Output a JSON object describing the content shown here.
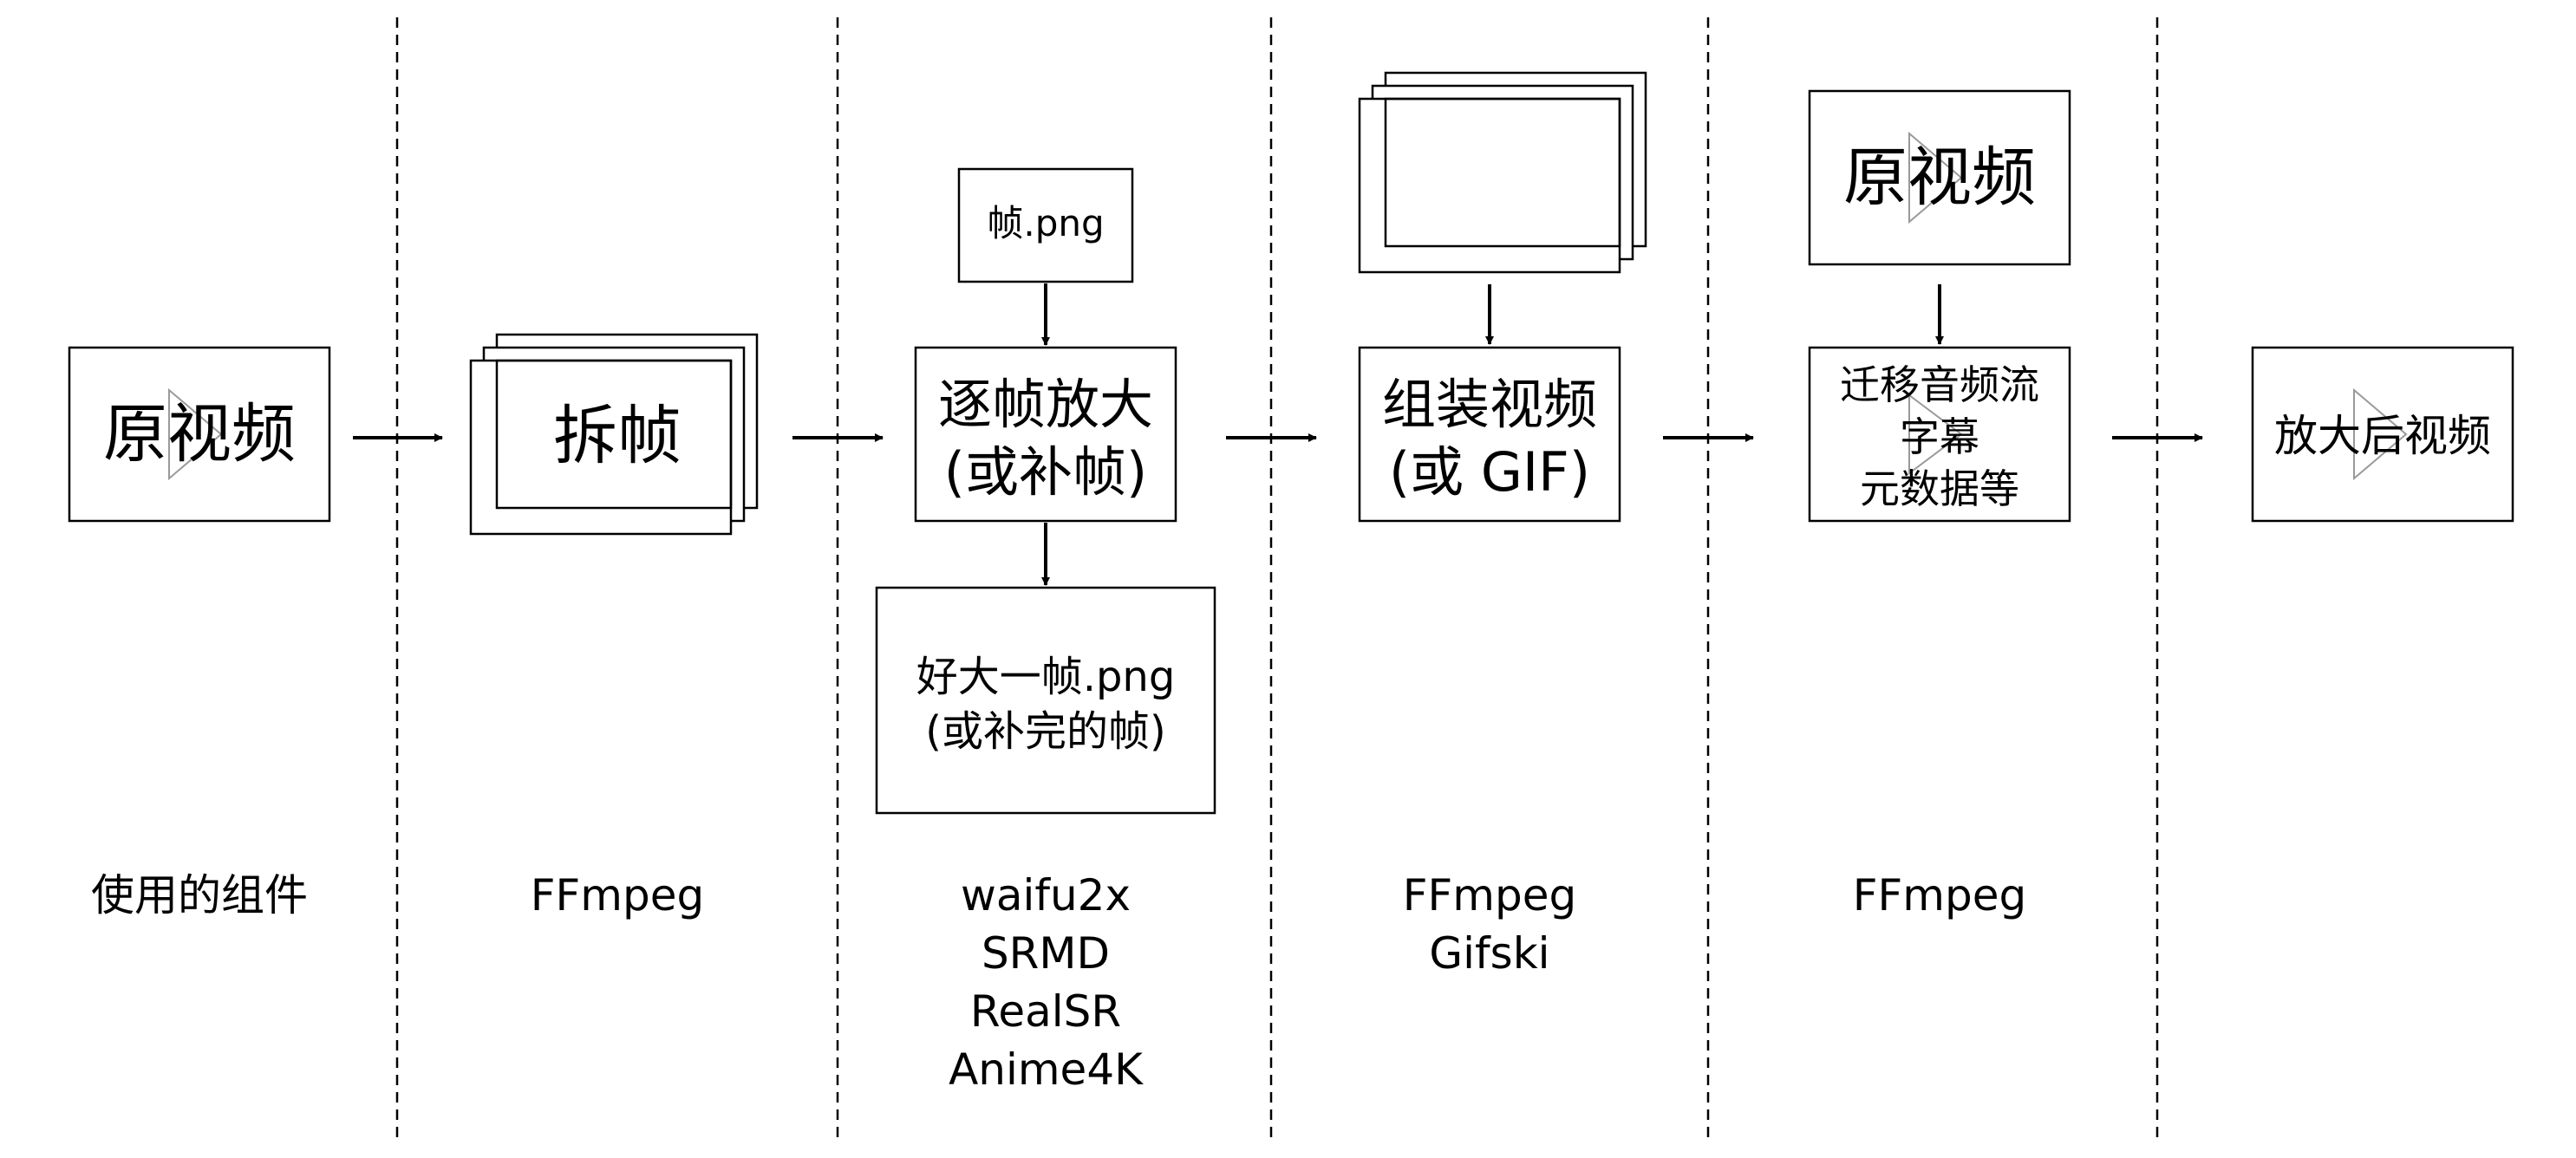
{
  "stages": [
    {
      "id": "source",
      "box_lines": [
        "原视频"
      ],
      "components": [
        "使用的组件"
      ]
    },
    {
      "id": "split",
      "box_lines": [
        "拆帧"
      ],
      "components": [
        "FFmpeg"
      ]
    },
    {
      "id": "upscale",
      "input_label": "帧.png",
      "box_lines": [
        "逐帧放大",
        "(或补帧)"
      ],
      "output_lines": [
        "好大一帧.png",
        "(或补完的帧)"
      ],
      "components": [
        "waifu2x",
        "SRMD",
        "RealSR",
        "Anime4K"
      ]
    },
    {
      "id": "assemble",
      "box_lines": [
        "组装视频",
        "(或 GIF)"
      ],
      "components": [
        "FFmpeg",
        "Gifski"
      ]
    },
    {
      "id": "migrate",
      "input_label": "原视频",
      "box_lines": [
        "迁移音频流",
        "字幕",
        "元数据等"
      ],
      "components": [
        "FFmpeg"
      ]
    },
    {
      "id": "result",
      "box_lines": [
        "放大后视频"
      ]
    }
  ],
  "colors": {
    "stroke": "#000000",
    "play_icon": "#999999",
    "background": "#ffffff"
  }
}
